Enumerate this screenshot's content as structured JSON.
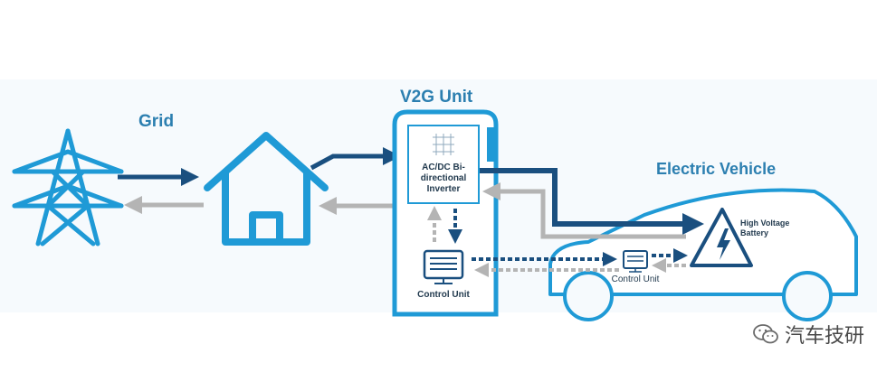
{
  "labels": {
    "grid": "Grid",
    "v2g_unit": "V2G Unit",
    "electric_vehicle": "Electric Vehicle",
    "inverter": "AC/DC Bi-directional Inverter",
    "control_unit_station": "Control Unit",
    "control_unit_vehicle": "Control Unit",
    "battery": "High Voltage Battery"
  },
  "watermark": {
    "text": "汽车技研",
    "icon": "wechat-icon"
  },
  "colors": {
    "primary": "#1f9ad6",
    "dark_arrow": "#1a4f7f",
    "gray_arrow": "#b4b4b4",
    "label": "#2c7fb0",
    "text_dark": "#233b4f",
    "background_band": "#f6fafd"
  },
  "icons": [
    "transmission-tower-icon",
    "house-icon",
    "v2g-station-icon",
    "inverter-icon",
    "control-unit-icon",
    "car-outline-icon",
    "battery-warning-icon"
  ]
}
